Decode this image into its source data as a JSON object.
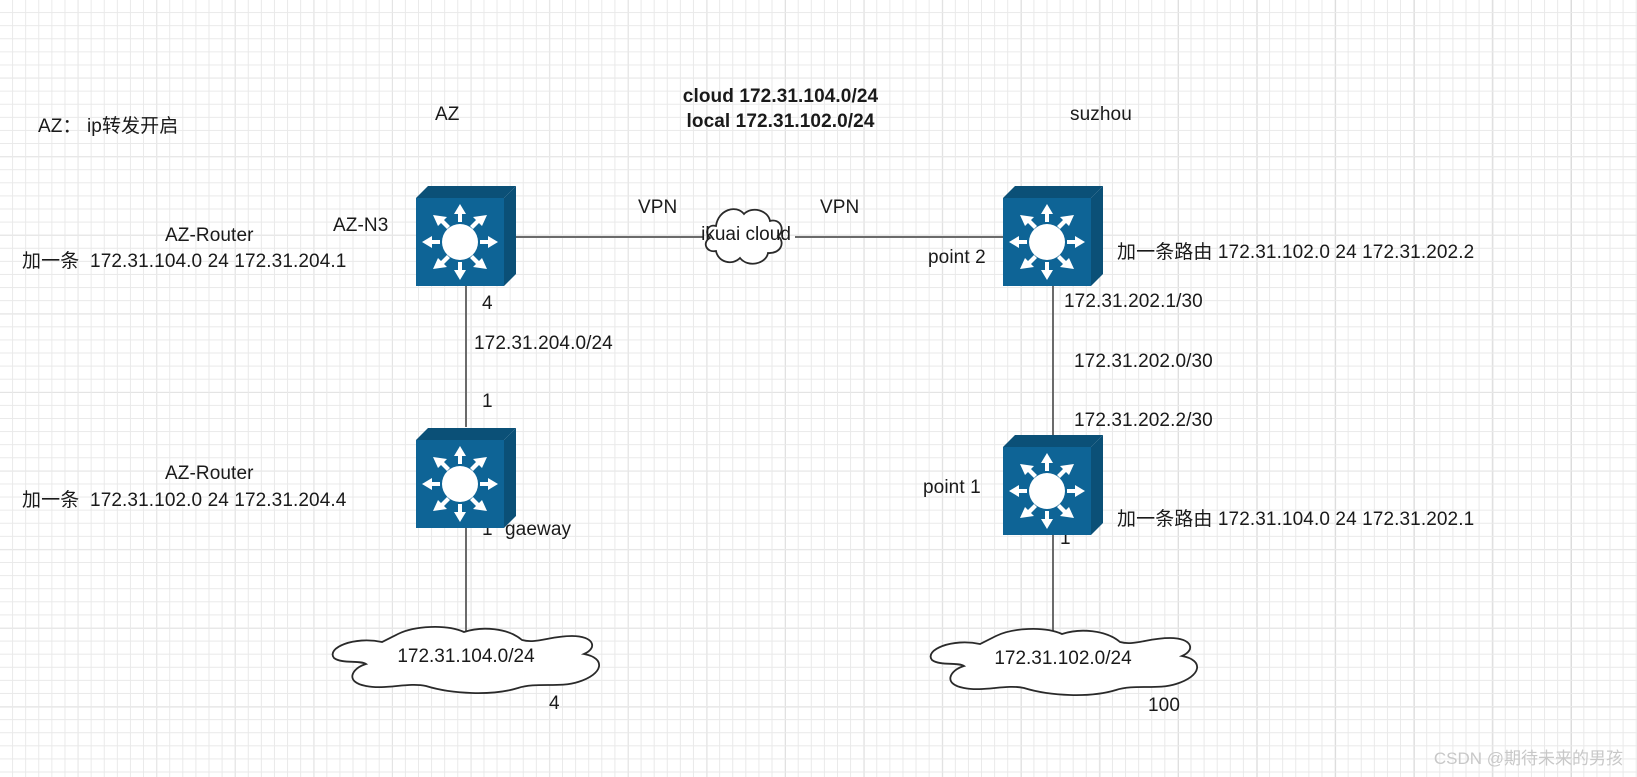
{
  "diagram": {
    "title_note": "AZ： ip转发开启",
    "colors": {
      "device_blue": "#0e6496",
      "device_blue_dark": "#0b5077",
      "link_gray": "#6b6b6b",
      "text": "#1a1a1a",
      "grid_minor": "#e9e9e9",
      "grid_major": "#d0d0d0",
      "watermark": "#c8c8c8"
    },
    "group_labels": {
      "az": "AZ",
      "suzhou": "suzhou",
      "az_n3": "AZ-N3"
    },
    "cloud_summary": {
      "line1": "cloud 172.31.104.0/24",
      "line2": "local 172.31.102.0/24"
    },
    "left": {
      "router_top_title": "AZ-Router",
      "router_top_route": "加一条  172.31.104.0 24 172.31.204.1",
      "router_bottom_title": "AZ-Router",
      "router_bottom_route": "加一条  172.31.102.0 24 172.31.204.4",
      "port_top": "4",
      "subnet_mid": "172.31.204.0/24",
      "port_mid": "1",
      "port_bottom": "1",
      "gateway_label": "gaeway",
      "cloud_label": "172.31.104.0/24",
      "cloud_port": "4"
    },
    "right": {
      "point2_label": "point 2",
      "point2_route": "加一条路由 172.31.102.0 24 172.31.202.2",
      "ip_top": "172.31.202.1/30",
      "ip_mid": "172.31.202.0/30",
      "ip_bottom": "172.31.202.2/30",
      "point1_label": "point 1",
      "point1_route": "加一条路由 172.31.104.0 24 172.31.202.1",
      "port_bottom": "1",
      "cloud_label": "172.31.102.0/24",
      "cloud_port": "100"
    },
    "wan": {
      "vpn_left": "VPN",
      "vpn_right": "VPN",
      "cloud_name": "ikuai cloud"
    },
    "watermark": "CSDN @期待未来的男孩"
  }
}
